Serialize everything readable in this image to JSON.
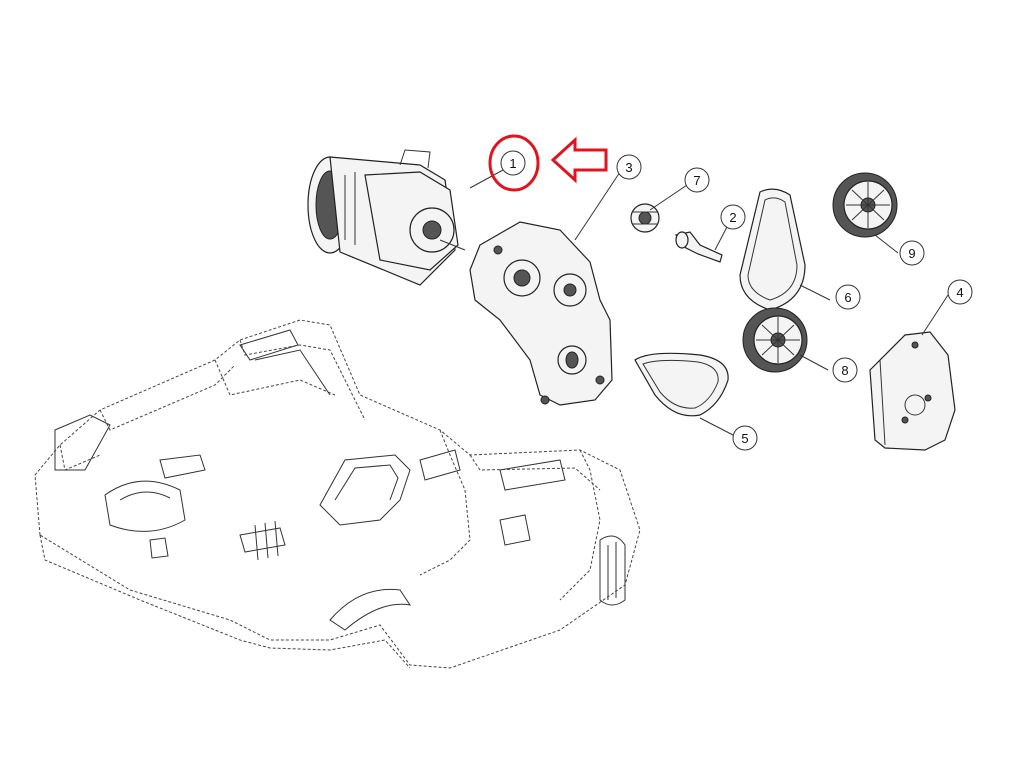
{
  "diagram": {
    "highlight_color": "#e0141e",
    "callouts": [
      {
        "id": "1",
        "label": "1"
      },
      {
        "id": "2",
        "label": "2"
      },
      {
        "id": "3",
        "label": "3"
      },
      {
        "id": "4",
        "label": "4"
      },
      {
        "id": "5",
        "label": "5"
      },
      {
        "id": "6",
        "label": "6"
      },
      {
        "id": "7",
        "label": "7"
      },
      {
        "id": "8",
        "label": "8"
      },
      {
        "id": "9",
        "label": "9"
      }
    ],
    "highlighted_callout": "1"
  }
}
